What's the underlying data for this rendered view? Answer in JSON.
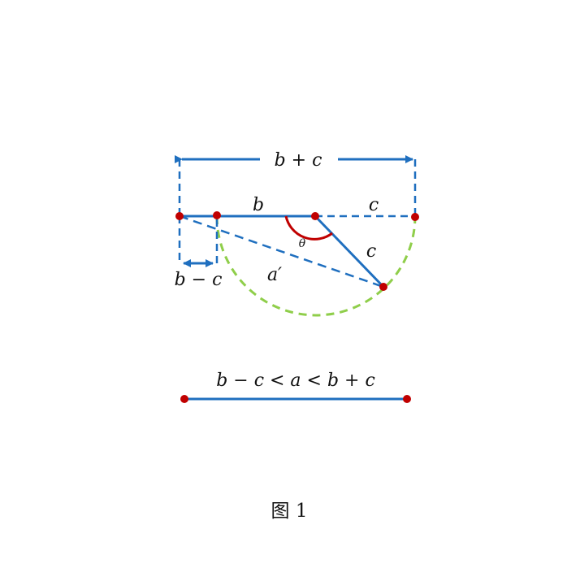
{
  "figure": {
    "label_b_plus_c": "b + c",
    "label_b": "b",
    "label_c_top": "c",
    "label_c_side": "c",
    "label_theta": "θ",
    "label_a_prime": "a′",
    "label_b_minus_c": "b − c",
    "inequality": "b − c < a < b + c",
    "caption": "图 1"
  },
  "colors": {
    "line_blue": "#1f6fbf",
    "point_red": "#c00000",
    "arc_green": "#8fce4a",
    "angle_red": "#c00000"
  }
}
